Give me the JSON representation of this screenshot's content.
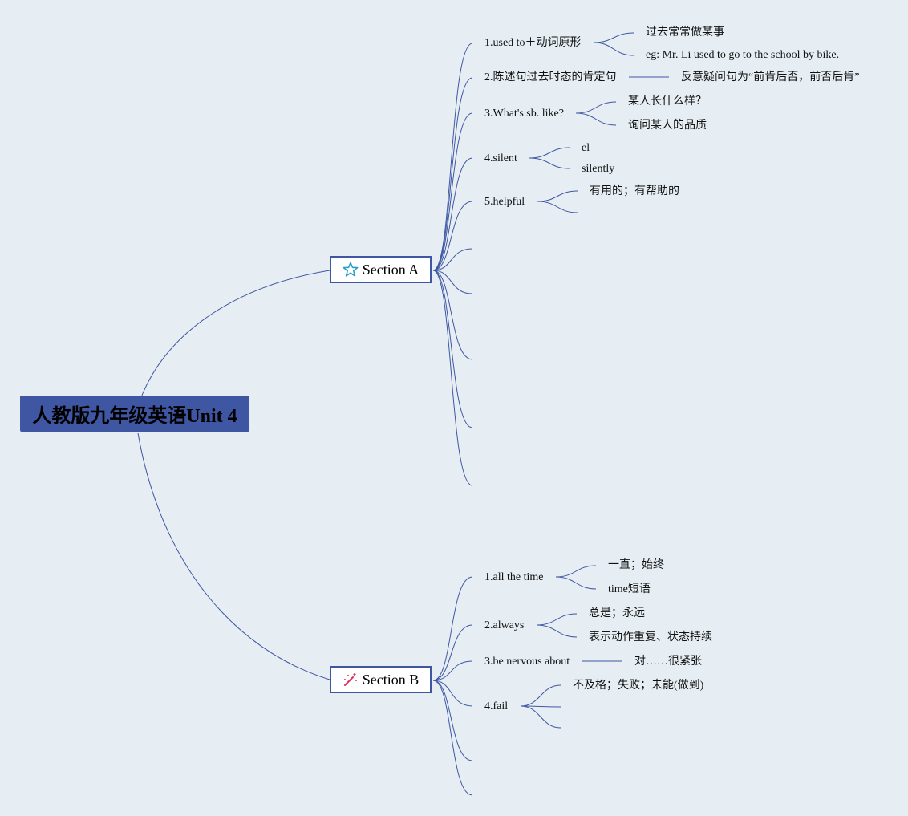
{
  "root": {
    "title": "人教版九年级英语Unit 4"
  },
  "section_a": {
    "title": "Section A",
    "icon": "star-icon",
    "items": [
      {
        "label": "1.used to＋动词原形",
        "details": [
          "过去常常做某事",
          "eg: Mr. Li used to go to the school by bike."
        ]
      },
      {
        "label": "2.陈述句过去时态的肯定句",
        "details": [
          "反意疑问句为“前肯后否，前否后肯”"
        ]
      },
      {
        "label": "3.What's sb. like?",
        "details": [
          "某人长什么样？",
          "询问某人的品质"
        ]
      },
      {
        "label": "4.silent",
        "details": [
          "el",
          "silently"
        ]
      },
      {
        "label": "5.helpful",
        "details": [
          "有用的；有帮助的"
        ]
      }
    ]
  },
  "section_b": {
    "title": "Section B",
    "icon": "magic-wand-icon",
    "items": [
      {
        "label": "1.all the time",
        "details": [
          "一直；始终",
          "time短语"
        ]
      },
      {
        "label": "2.always",
        "details": [
          "总是；永远",
          "表示动作重复、状态持续"
        ]
      },
      {
        "label": "3.be nervous about",
        "details": [
          "对……很紧张"
        ]
      },
      {
        "label": "4.fail",
        "details": [
          "不及格；失败；未能(做到)"
        ]
      }
    ]
  },
  "colors": {
    "background": "#e6eef3",
    "accent": "#3f57a3",
    "star": "#2aa0c8",
    "wand": "#e0305a"
  }
}
